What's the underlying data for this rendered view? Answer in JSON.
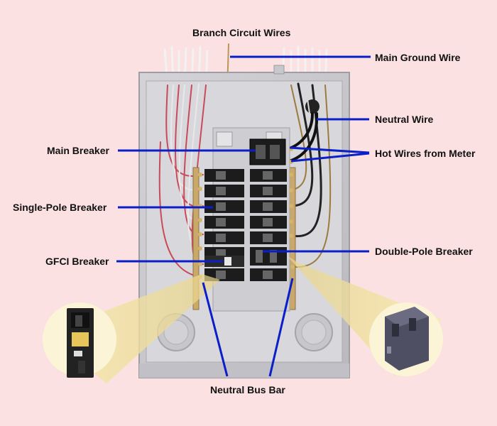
{
  "labels": {
    "branch_circuit_wires": "Branch Circuit Wires",
    "main_ground_wire": "Main Ground Wire",
    "neutral_wire": "Neutral Wire",
    "main_breaker": "Main Breaker",
    "hot_wires_from_meter": "Hot Wires from Meter",
    "single_pole_breaker": "Single-Pole Breaker",
    "double_pole_breaker": "Double-Pole Breaker",
    "gfci_breaker": "GFCI Breaker",
    "neutral_bus_bar": "Neutral Bus Bar"
  },
  "colors": {
    "background": "#fbe1e1",
    "leader_line": "#0a1fc8",
    "panel_gray": "#c9c9cc",
    "breaker_black": "#1c1c1c",
    "callout_circle": "#fbf4d6",
    "callout_beam": "#f3e3a3"
  }
}
